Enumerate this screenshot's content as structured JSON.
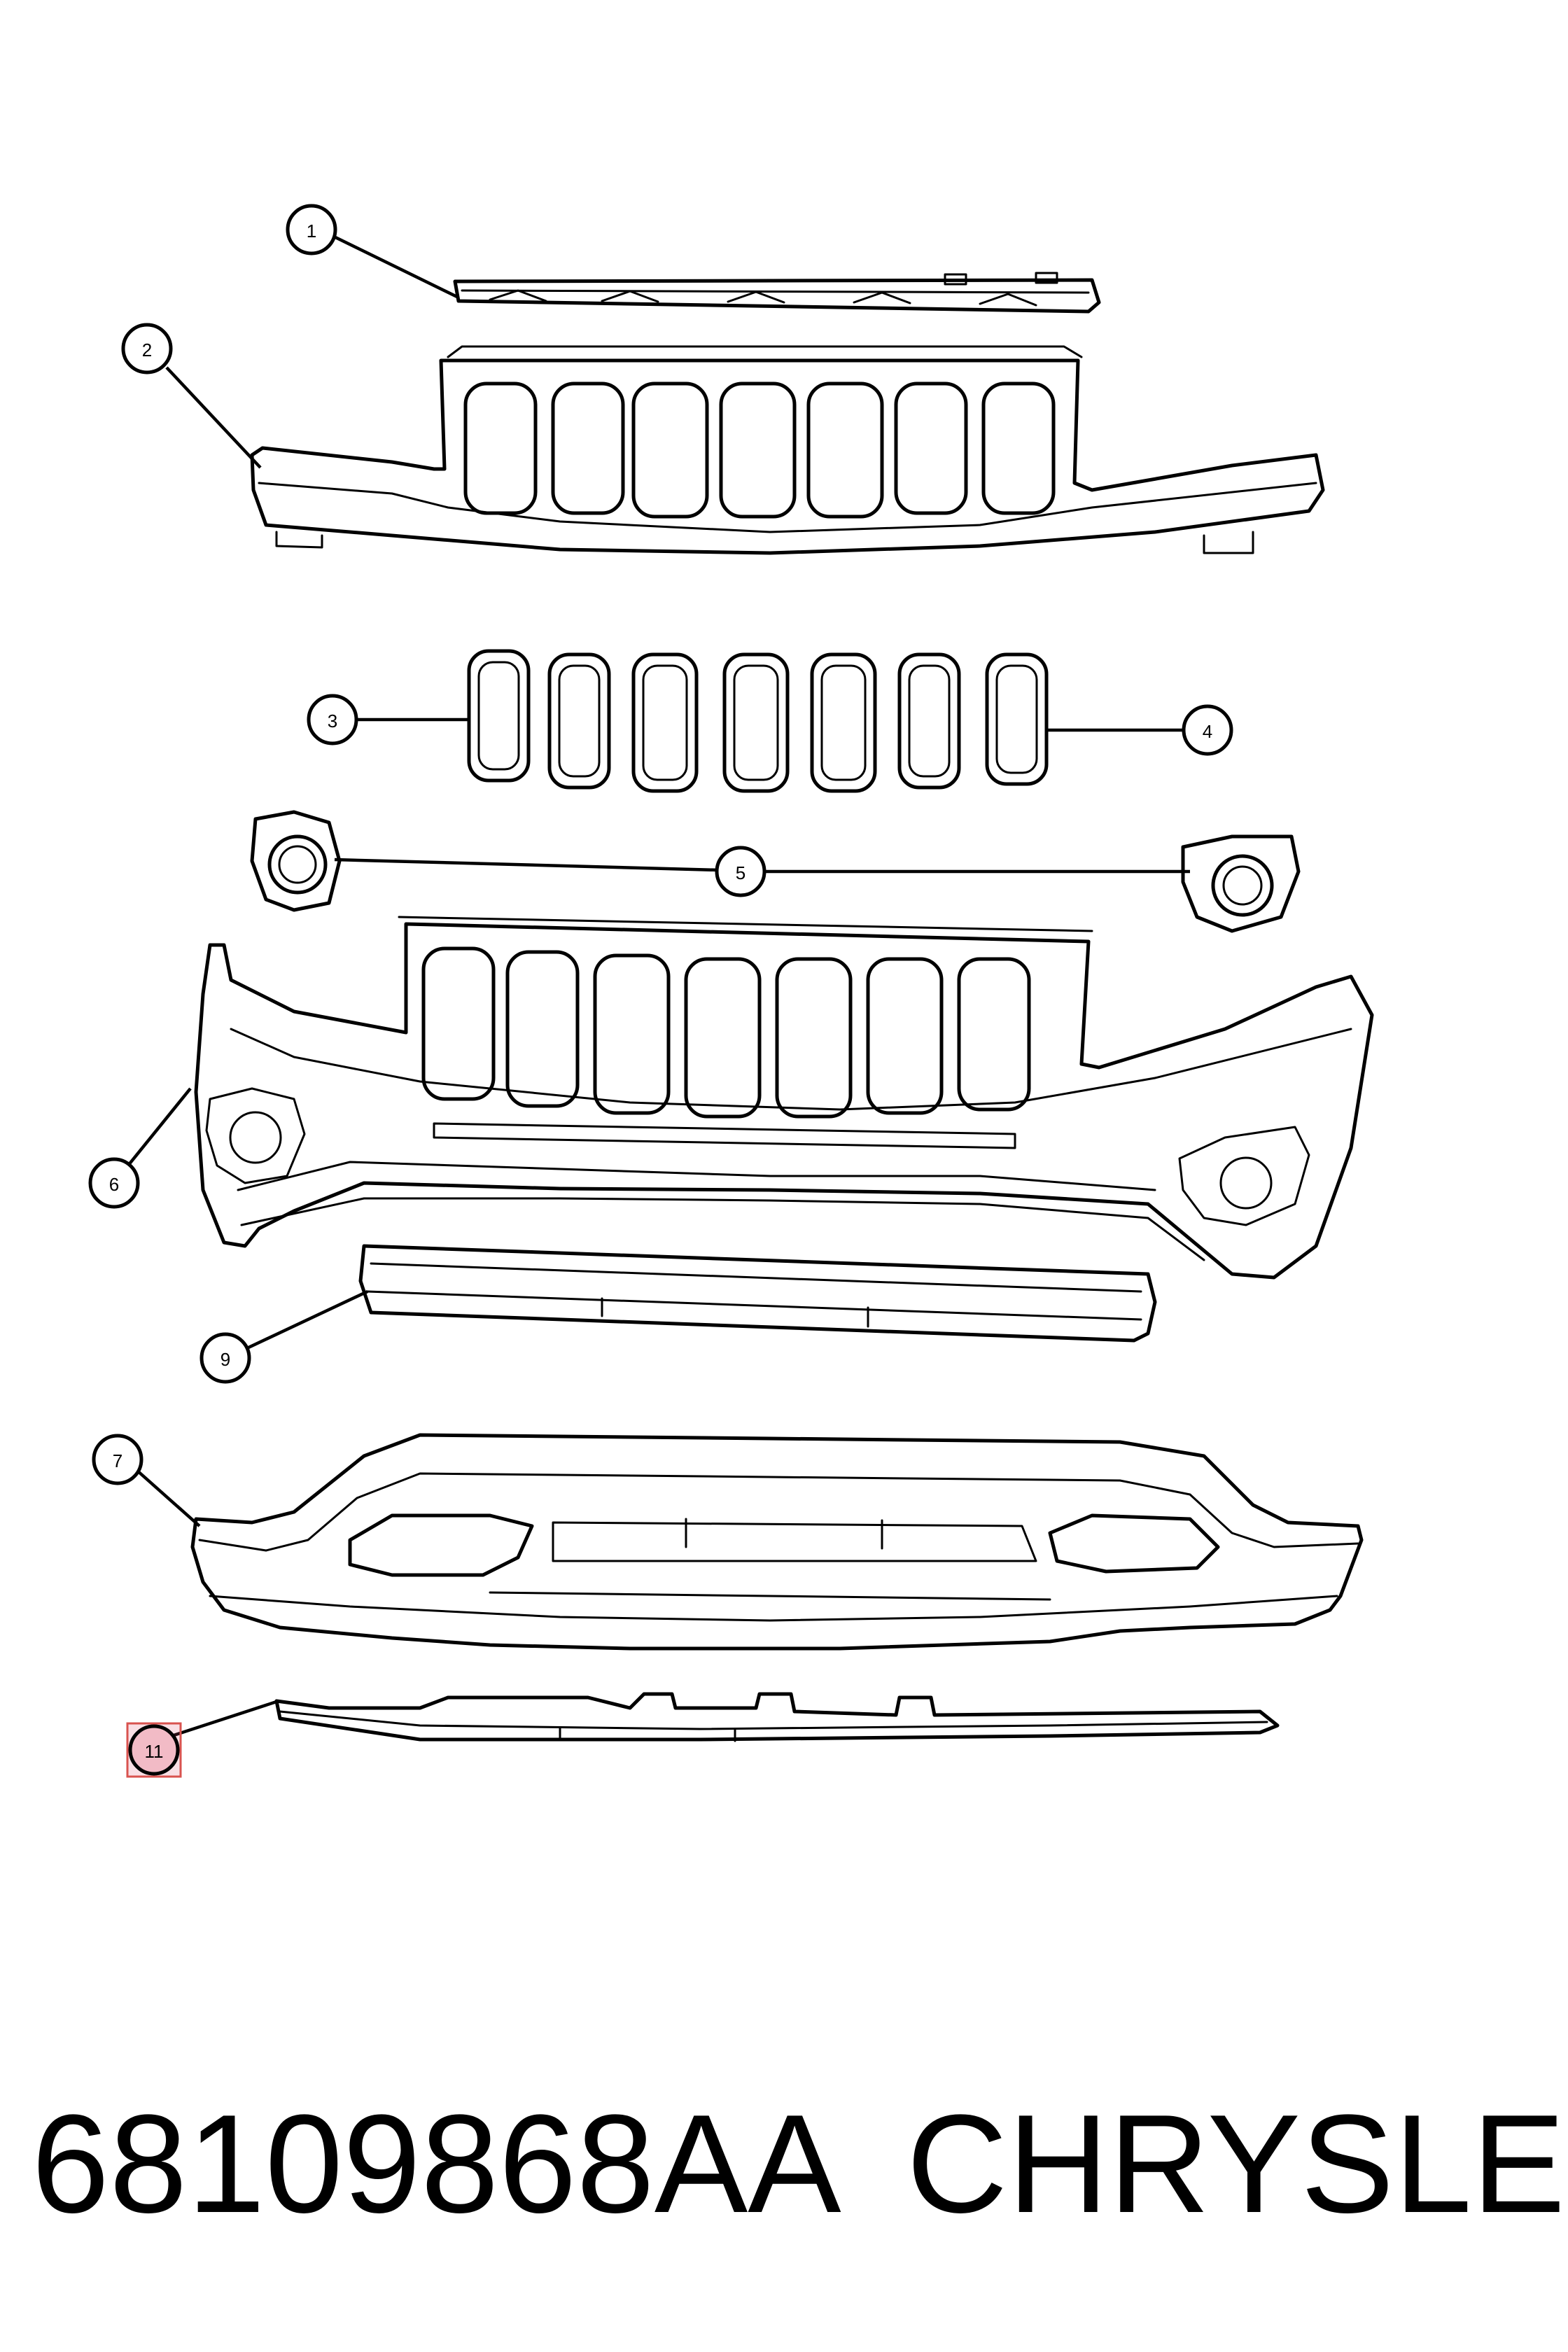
{
  "callouts": {
    "c1": "1",
    "c2": "2",
    "c3": "3",
    "c4": "4",
    "c5": "5",
    "c6": "6",
    "c7": "7",
    "c9": "9",
    "c11": "11"
  },
  "footer": {
    "part_number": "68109868AA",
    "brand": "CHRYSLER"
  },
  "highlight": {
    "selected_callout": "11",
    "color": "#d9534f"
  }
}
